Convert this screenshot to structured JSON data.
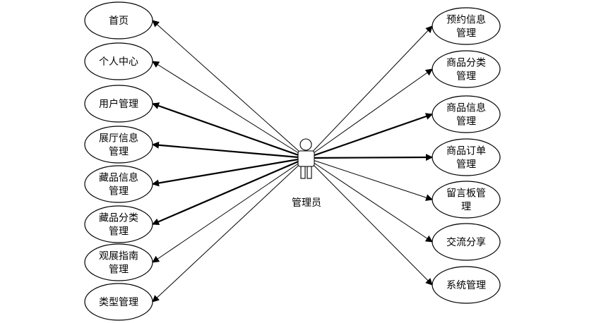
{
  "actor": {
    "label": "管理员"
  },
  "left_use_cases": [
    {
      "lines": [
        "首页"
      ]
    },
    {
      "lines": [
        "个人中心"
      ]
    },
    {
      "lines": [
        "用户管理"
      ]
    },
    {
      "lines": [
        "展厅信息",
        "管理"
      ]
    },
    {
      "lines": [
        "藏品信息",
        "管理"
      ]
    },
    {
      "lines": [
        "藏品分类",
        "管理"
      ]
    },
    {
      "lines": [
        "观展指南",
        "管理"
      ]
    },
    {
      "lines": [
        "类型管理"
      ]
    }
  ],
  "right_use_cases": [
    {
      "lines": [
        "预约信息",
        "管理"
      ]
    },
    {
      "lines": [
        "商品分类",
        "管理"
      ]
    },
    {
      "lines": [
        "商品信息",
        "管理"
      ]
    },
    {
      "lines": [
        "商品订单",
        "管理"
      ]
    },
    {
      "lines": [
        "留言板管",
        "理"
      ]
    },
    {
      "lines": [
        "交流分享"
      ]
    },
    {
      "lines": [
        "系统管理"
      ]
    }
  ]
}
